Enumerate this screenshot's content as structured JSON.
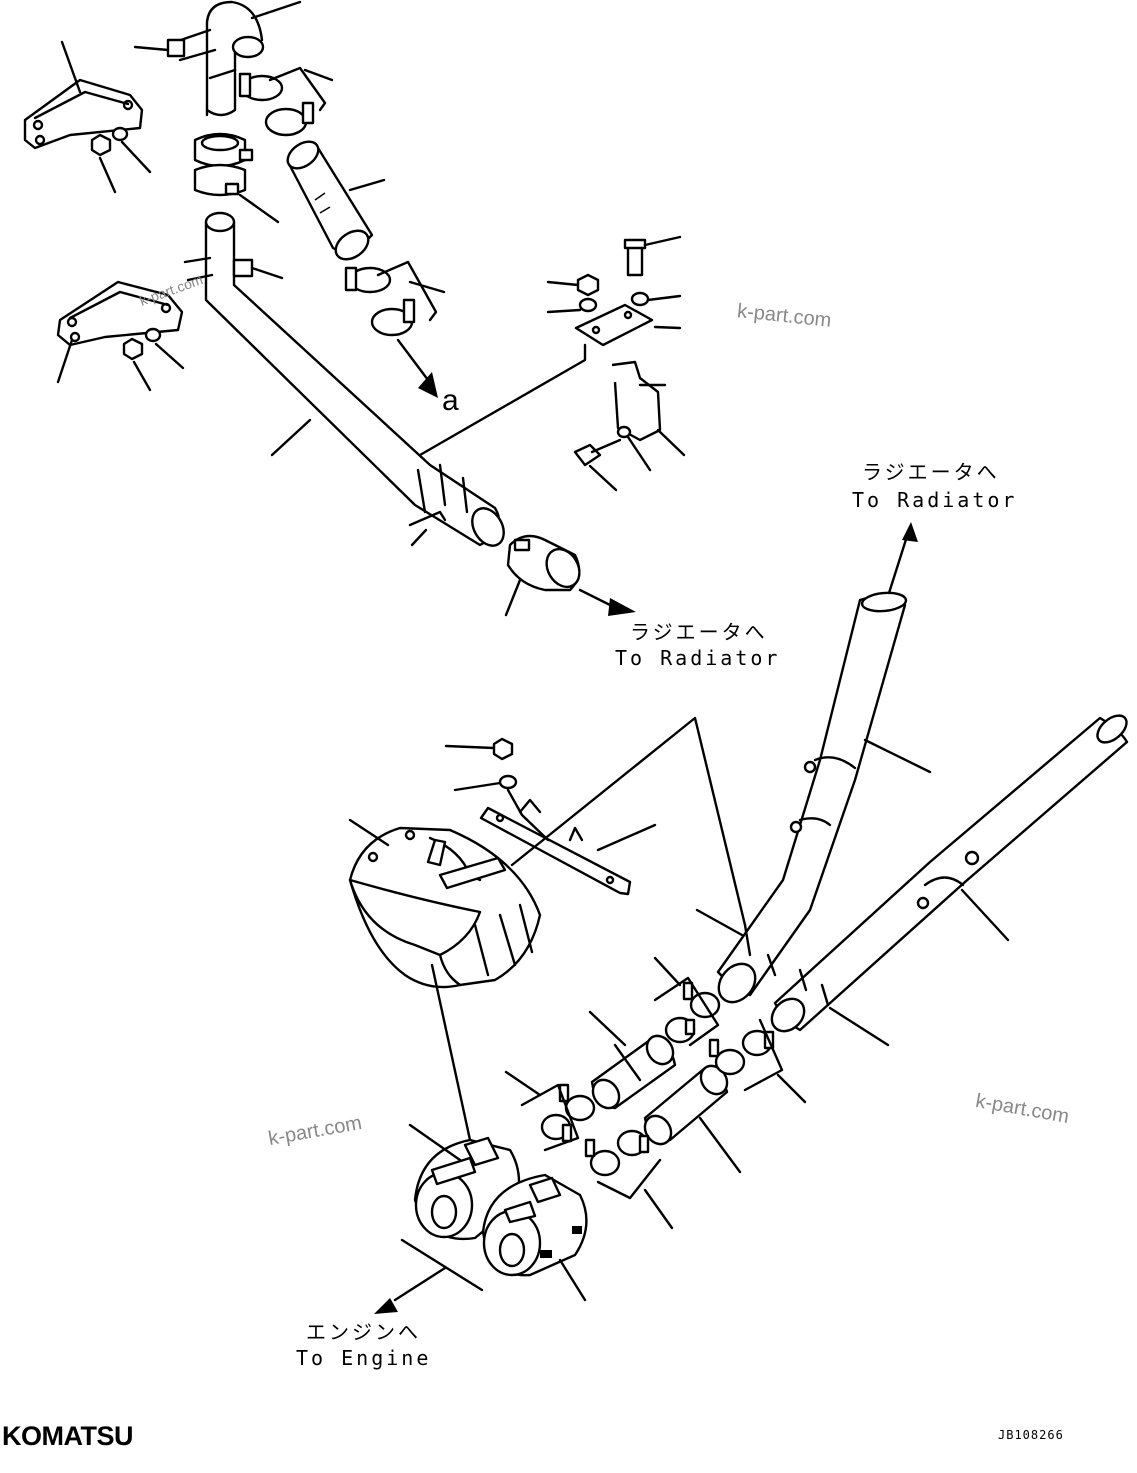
{
  "labels": {
    "to_radiator_jp": "ラジエータへ",
    "to_radiator_en": "To Radiator",
    "to_engine_jp": "エンジンへ",
    "to_engine_en": "To Engine",
    "callout_a": "a"
  },
  "watermark": "k-part.com",
  "brand": "KOMATSU",
  "drawing_code": "JB108266"
}
